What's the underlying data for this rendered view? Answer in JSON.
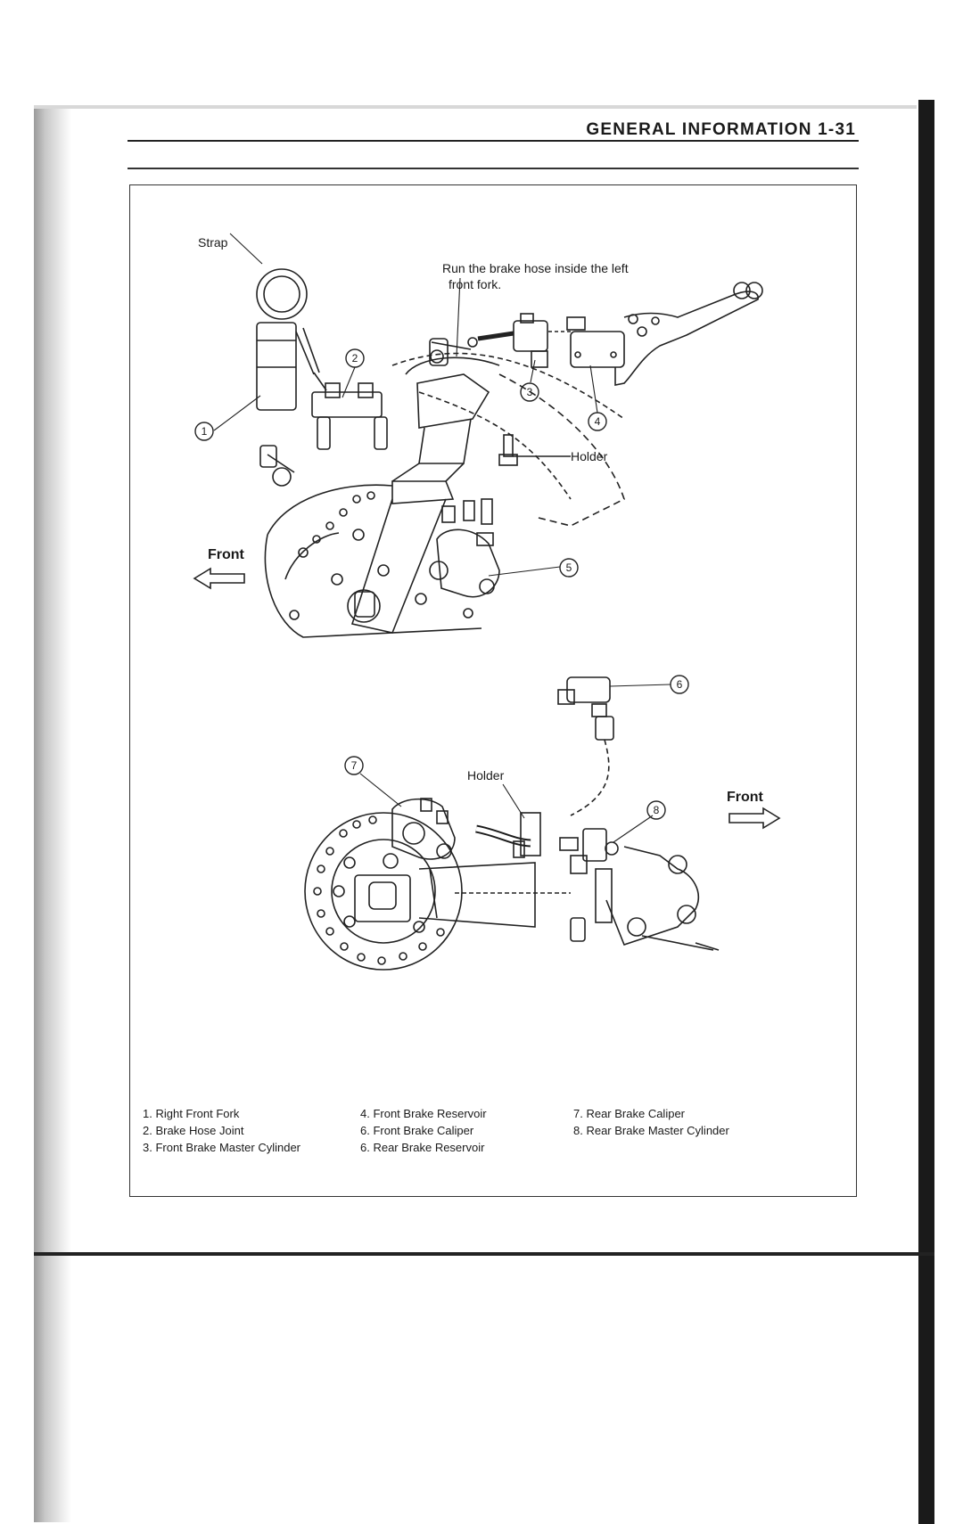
{
  "header": {
    "title": "GENERAL INFORMATION  1-31"
  },
  "labels": {
    "routing_note_line1": "Run the brake hose inside the left",
    "routing_note_line2": "front fork.",
    "strap": "Strap",
    "holder_front": "Holder",
    "front_left": "Front",
    "holder_rear": "Holder",
    "front_right": "Front"
  },
  "callouts": [
    "1",
    "2",
    "3",
    "4",
    "5",
    "6",
    "7",
    "8"
  ],
  "legend": {
    "col1": [
      "1.  Right Front Fork",
      "2.  Brake Hose Joint",
      "3.  Front Brake Master Cylinder"
    ],
    "col2": [
      "4.  Front Brake Reservoir",
      "6.  Front Brake Caliper",
      "6.  Rear Brake Reservoir"
    ],
    "col3": [
      "7.  Rear Brake Caliper",
      "8.  Rear Brake Master Cylinder"
    ]
  }
}
